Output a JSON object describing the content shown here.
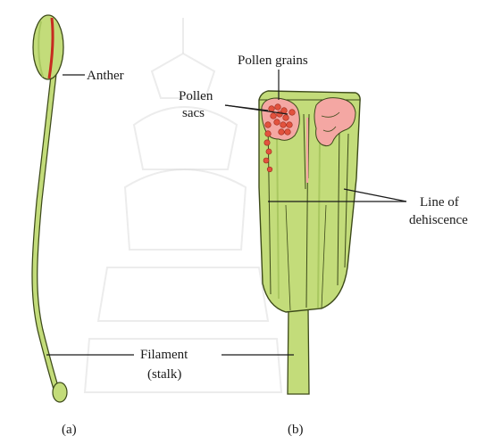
{
  "labels": {
    "anther": "Anther",
    "pollen_grains": "Pollen grains",
    "pollen_sacs_line1": "Pollen",
    "pollen_sacs_line2": "sacs",
    "line_of_dehiscence_line1": "Line of",
    "line_of_dehiscence_line2": "dehiscence",
    "filament_line1": "Filament",
    "filament_line2": "(stalk)",
    "panel_a": "(a)",
    "panel_b": "(b)"
  },
  "colors": {
    "tissue_green": "#c3dc7a",
    "tissue_dark_green": "#a9c760",
    "outline": "#3d4a1a",
    "pollen_sac_pink": "#f4a7a3",
    "pollen_grain_red": "#e2523e",
    "dehiscence_line_red": "#c62b20",
    "watermark_gray": "#dcdcdc"
  }
}
